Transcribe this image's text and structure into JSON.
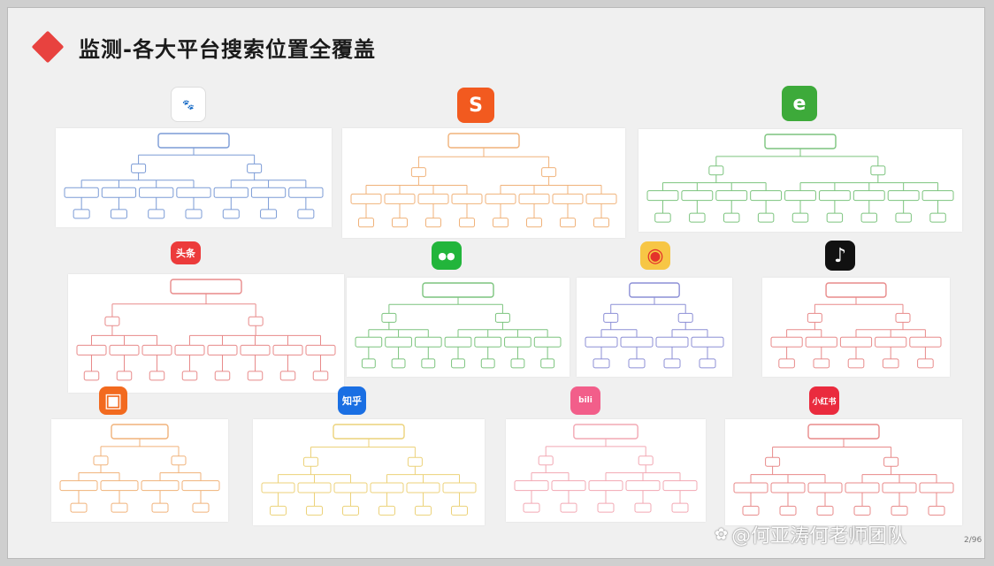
{
  "title": "监测-各大平台搜索位置全覆盖",
  "watermark": "@何亚涛何老师团队",
  "page_number": "2/96",
  "colors": {
    "blue": "#7b9bd6",
    "orange": "#f0b27a",
    "green": "#7cc47e",
    "red": "#e88a8a",
    "purple": "#8c8fd6",
    "yellow": "#ecd27a",
    "pink": "#f2a8b3",
    "accent": "#e8423f"
  },
  "logos": [
    {
      "name": "baidu-logo",
      "glyph": "🐾",
      "color": "#2f6ee8",
      "bg": "#ffffff"
    },
    {
      "name": "sogou-logo",
      "glyph": "S",
      "color": "#ffffff",
      "bg": "#f25a1f"
    },
    {
      "name": "ie-logo",
      "glyph": "e",
      "color": "#ffffff",
      "bg": "#3daa3a"
    },
    {
      "name": "toutiao-logo",
      "glyph": "头条",
      "color": "#ffffff",
      "bg": "#ec3b3b"
    },
    {
      "name": "wechat-logo",
      "glyph": "●●",
      "color": "#ffffff",
      "bg": "#22b53b"
    },
    {
      "name": "weibo-logo",
      "glyph": "◉",
      "color": "#e4322b",
      "bg": "#f7c645"
    },
    {
      "name": "douyin-logo",
      "glyph": "♪",
      "color": "#ffffff",
      "bg": "#111111"
    },
    {
      "name": "kuaishou-logo",
      "glyph": "▣",
      "color": "#ffffff",
      "bg": "#f26a1f"
    },
    {
      "name": "zhihu-logo",
      "glyph": "知乎",
      "color": "#ffffff",
      "bg": "#1a6fe3"
    },
    {
      "name": "bilibili-logo",
      "glyph": "bili",
      "color": "#ffffff",
      "bg": "#f25e8a"
    },
    {
      "name": "xiaohongshu-logo",
      "glyph": "小红书",
      "color": "#ffffff",
      "bg": "#ea2b3e"
    }
  ]
}
